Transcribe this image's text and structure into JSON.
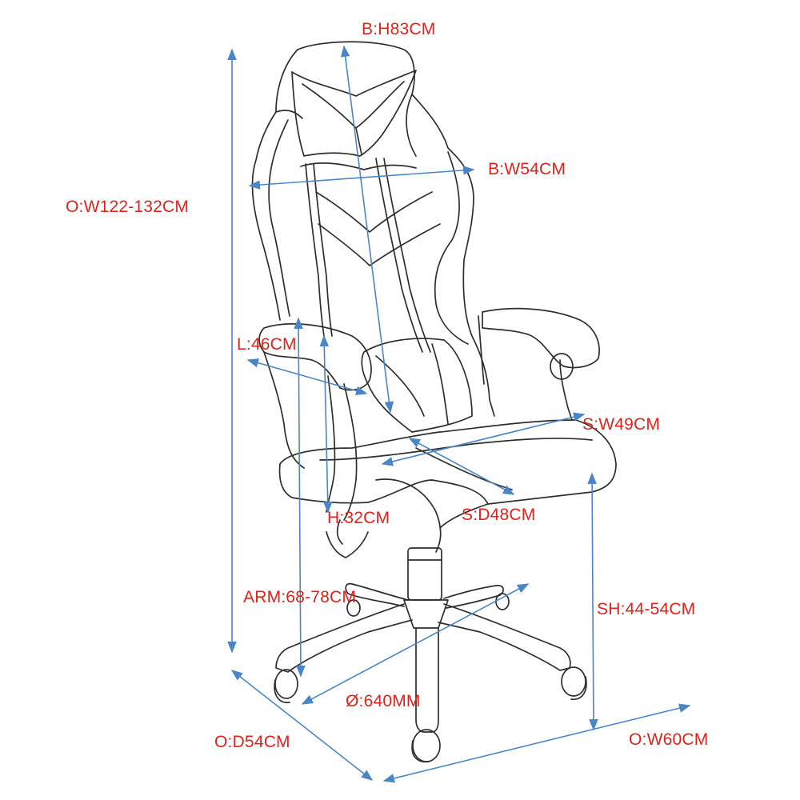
{
  "colors": {
    "dimension_line": "#4a86c5",
    "dimension_text": "#e2231a",
    "chair_line": "#2e2e2e",
    "background": "#ffffff"
  },
  "labels": {
    "backrest_height": "B:H83CM",
    "backrest_width": "B:W54CM",
    "overall_height": "O:W122-132CM",
    "lumbar_pillow": "L:46CM",
    "seat_width": "S:W49CM",
    "seat_depth": "S:D48CM",
    "armrest_height": "H:32CM",
    "armrest_floor_height": "ARM:68-78CM",
    "seat_height": "SH:44-54CM",
    "base_diameter": "Ø:640MM",
    "overall_depth": "O:D54CM",
    "overall_width": "O:W60CM"
  }
}
